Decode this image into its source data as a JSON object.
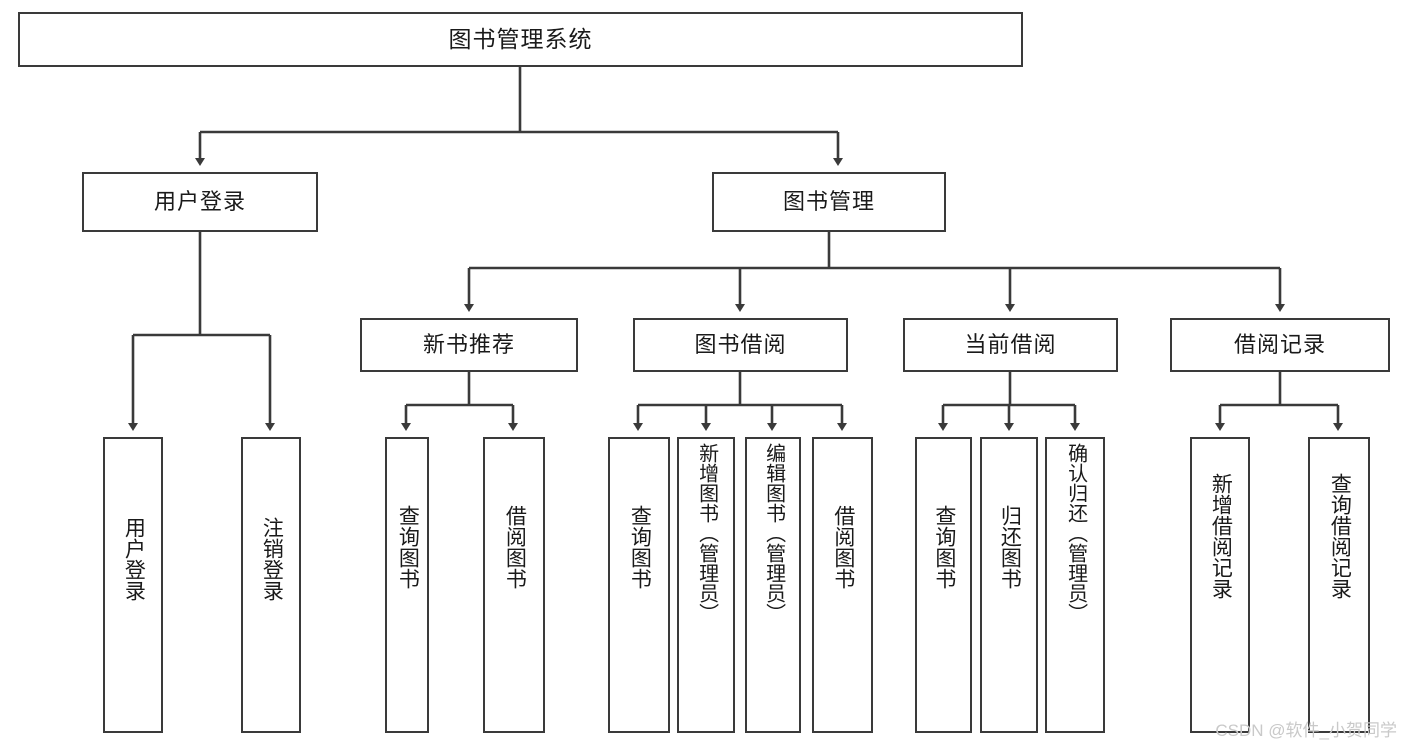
{
  "diagram": {
    "type": "tree",
    "title": "图书管理系统",
    "watermark": "CSDN @软件_小贺同学",
    "root": {
      "label": "图书管理系统"
    },
    "level1": [
      {
        "label": "用户登录"
      },
      {
        "label": "图书管理"
      }
    ],
    "level2": [
      {
        "label": "新书推荐"
      },
      {
        "label": "图书借阅"
      },
      {
        "label": "当前借阅"
      },
      {
        "label": "借阅记录"
      }
    ],
    "leaves": {
      "user_login": [
        {
          "label": "用户登录"
        },
        {
          "label": "注销登录"
        }
      ],
      "new_book_recommend": [
        {
          "label": "查询图书"
        },
        {
          "label": "借阅图书"
        }
      ],
      "book_borrow": [
        {
          "label": "查询图书"
        },
        {
          "label": "新增图书（管理员）"
        },
        {
          "label": "编辑图书（管理员）"
        },
        {
          "label": "借阅图书"
        }
      ],
      "current_borrow": [
        {
          "label": "查询图书"
        },
        {
          "label": "归还图书"
        },
        {
          "label": "确认归还（管理员）"
        }
      ],
      "borrow_record": [
        {
          "label": "新增借阅记录"
        },
        {
          "label": "查询借阅记录"
        }
      ]
    },
    "colors": {
      "stroke": "#3a3a3a",
      "fill": "#ffffff",
      "text": "#1a1a1a",
      "watermark": "#c9c9c9"
    }
  }
}
